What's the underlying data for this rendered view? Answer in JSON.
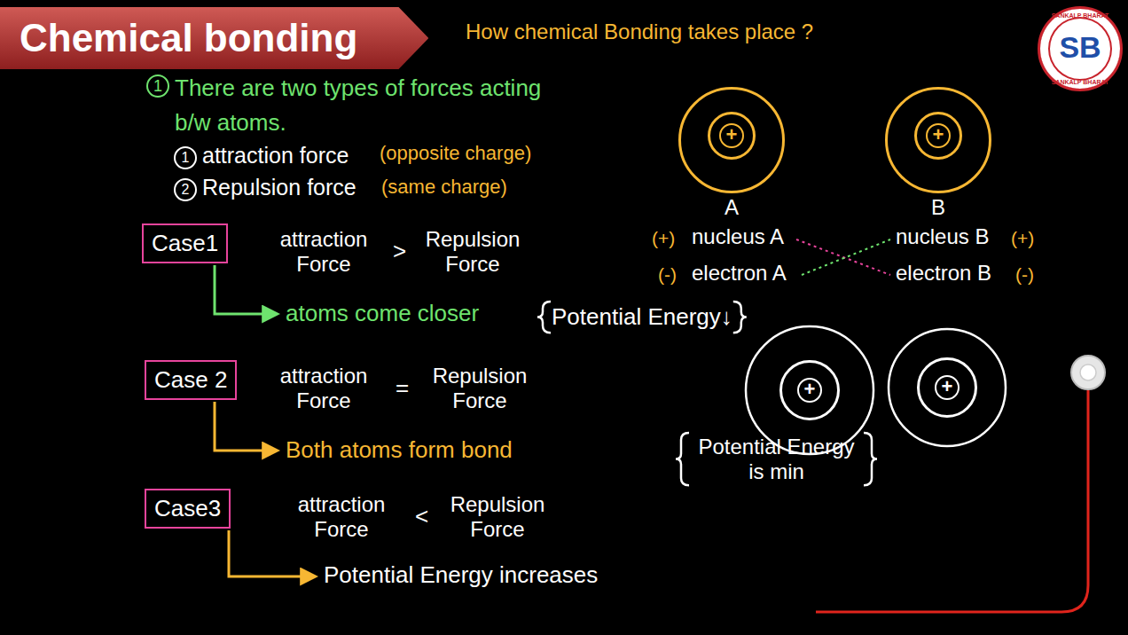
{
  "diagram": {
    "title": "Chemical bonding",
    "nodes": [
      {
        "text": [
          "SB",
          "SANKALP BHARAT",
          "SANKALP BHARAT"
        ]
      },
      {
        "text": [
          "A"
        ]
      },
      {
        "text": [
          "+"
        ],
        "in": 1
      },
      {
        "text": [
          "B"
        ]
      },
      {
        "text": [
          "+"
        ],
        "in": 3
      },
      {
        "text": [
          "Case1"
        ]
      },
      {
        "text": [
          "Case 2"
        ]
      },
      {
        "text": [
          "+"
        ]
      },
      {
        "text": [
          "+"
        ]
      },
      {
        "text": [
          "Case3"
        ]
      }
    ],
    "labels": [
      "How chemical Bonding takes place ?",
      "1",
      "There are two types of forces acting b/w atoms.",
      "1",
      "attraction force",
      "(opposite charge)",
      "2",
      "Repulsion force",
      "(same charge)",
      "attraction Force",
      ">",
      "Repulsion Force",
      "atoms come closer",
      "Potential Energy↓",
      "attraction Force",
      "=",
      "Repulsion Force",
      "Both atoms form bond",
      "Potential Energy is min",
      "attraction Force",
      "<",
      "Repulsion Force",
      "Potential Energy increases",
      "(+)",
      "nucleus A",
      "(-)",
      "electron A",
      "nucleus B",
      "(+)",
      "electron B",
      "(-)"
    ]
  }
}
